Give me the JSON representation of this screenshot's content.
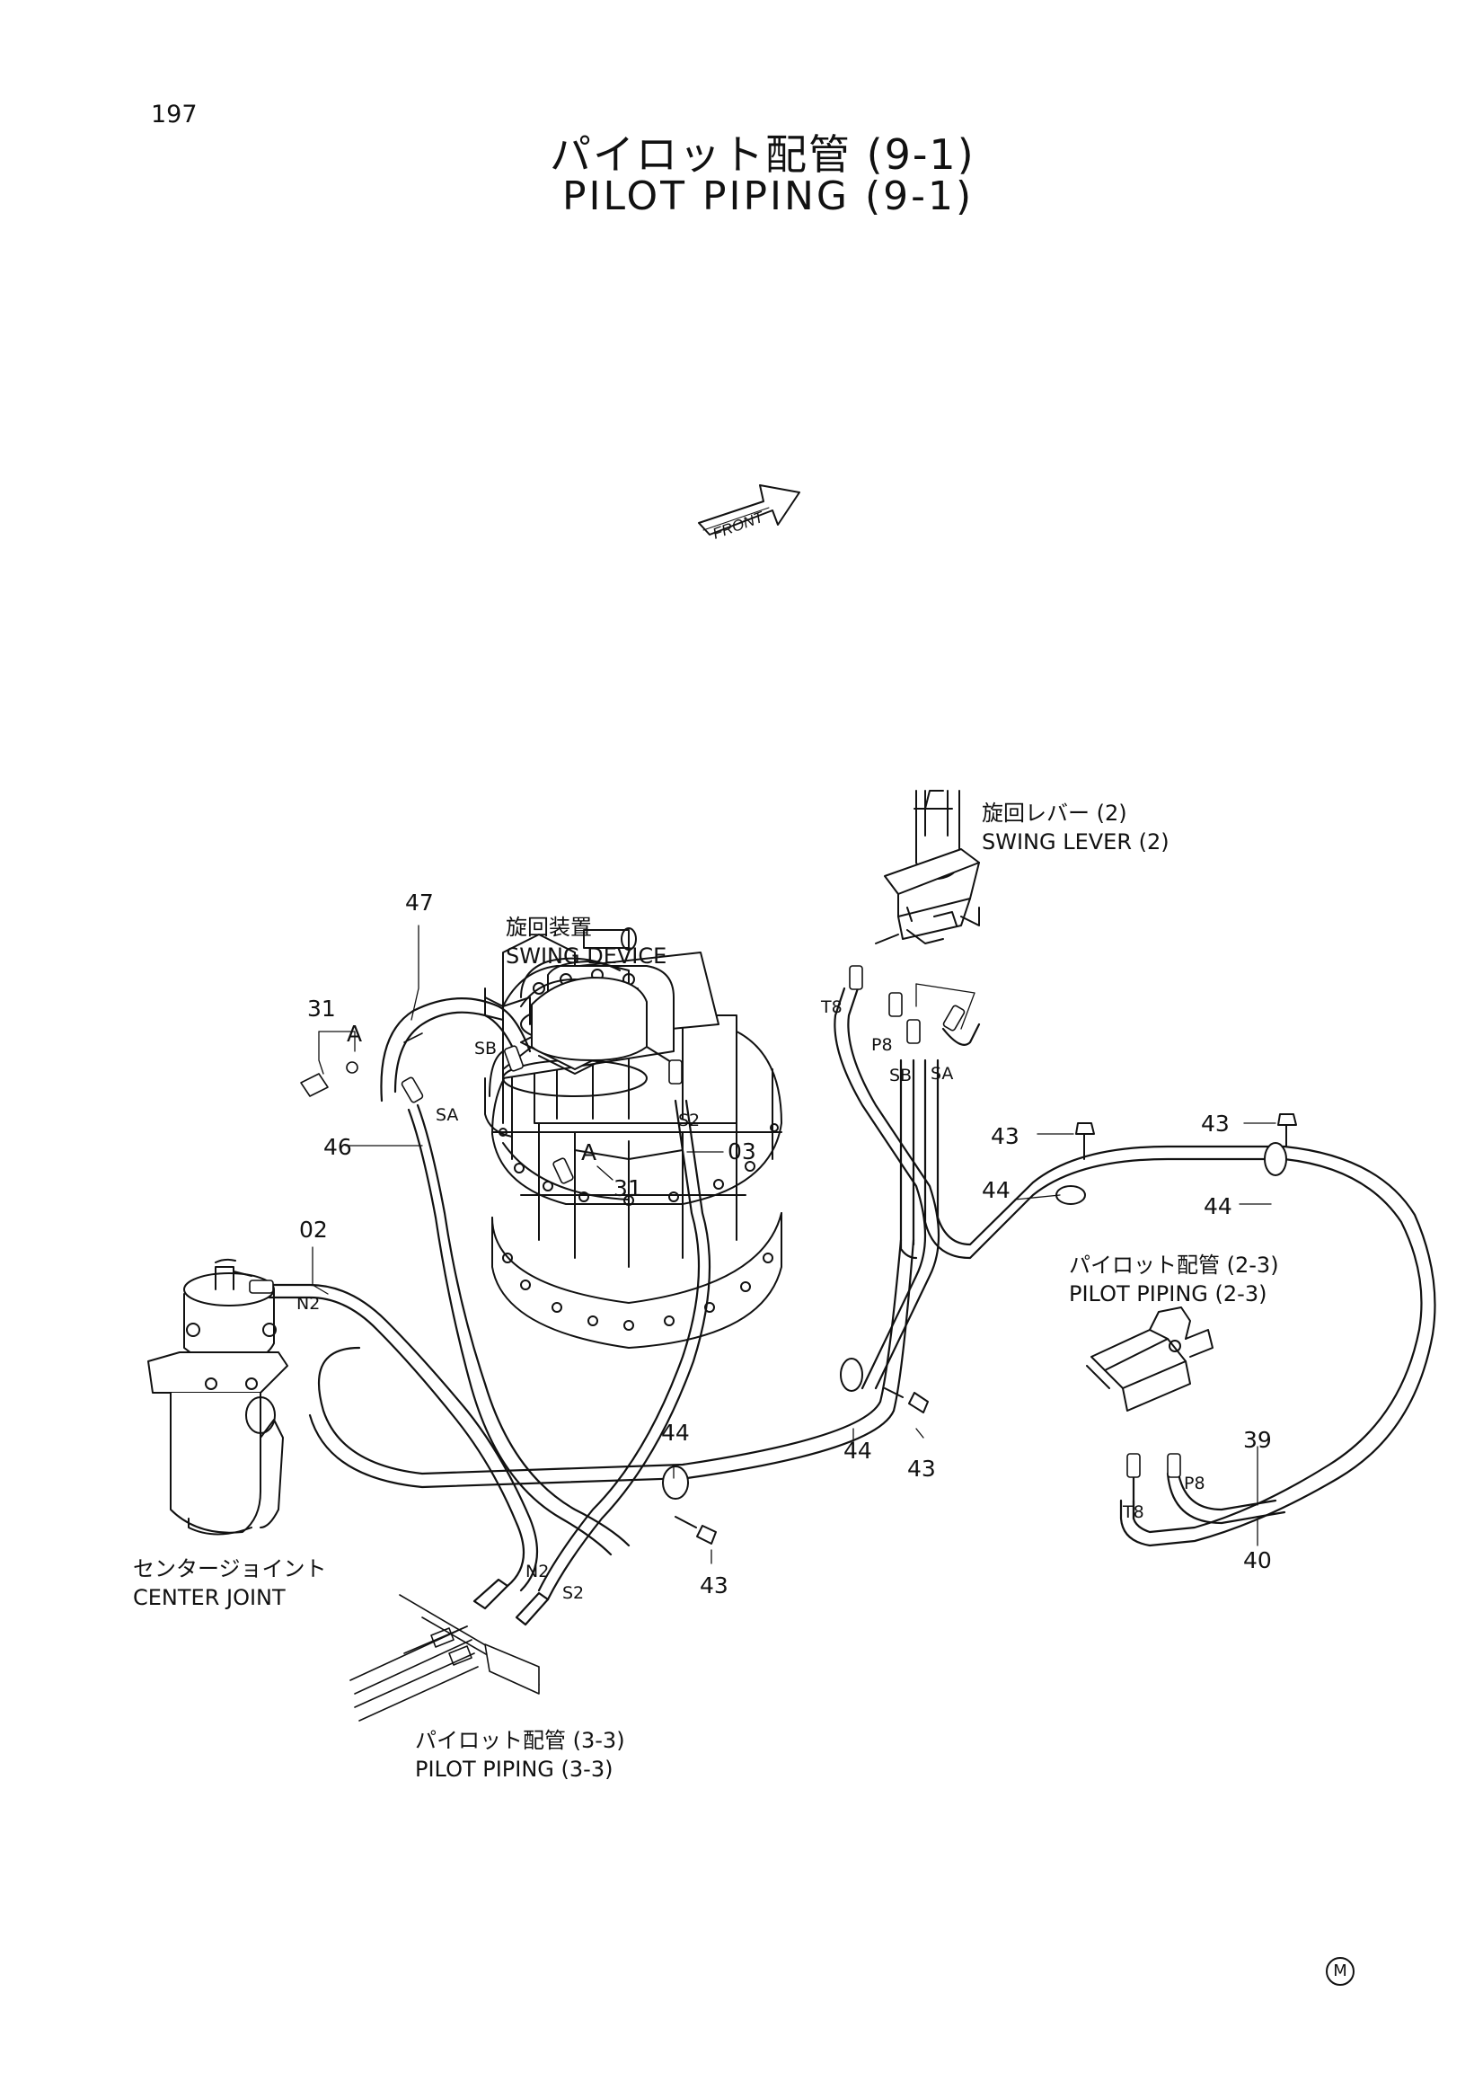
{
  "page_number": "197",
  "title": {
    "japanese": "パイロット配管 (9-1)",
    "english": "PILOT PIPING (9-1)"
  },
  "front_arrow": {
    "label": "FRONT",
    "icon": "front-arrow-icon"
  },
  "components": {
    "swing_lever": {
      "jp": "旋回レバー (2)",
      "en": "SWING LEVER (2)"
    },
    "swing_device": {
      "jp": "旋回装置",
      "en": "SWING DEVICE"
    },
    "pilot_piping_2_3": {
      "jp": "パイロット配管 (2-3)",
      "en": "PILOT PIPING (2-3)"
    },
    "center_joint": {
      "jp": "センタージョイント",
      "en": "CENTER JOINT"
    },
    "pilot_piping_3_3": {
      "jp": "パイロット配管 (3-3)",
      "en": "PILOT PIPING (3-3)"
    }
  },
  "part_numbers": {
    "p47": "47",
    "p31_top": "31",
    "p46": "46",
    "p02": "02",
    "p03": "03",
    "p31_mid": "31",
    "p43_a": "43",
    "p44_a": "44",
    "p43_b": "43",
    "p44_b": "44",
    "p44_c": "44",
    "p44_d": "44",
    "p43_c": "43",
    "p43_d": "43",
    "p39": "39",
    "p40": "40"
  },
  "port_labels": {
    "sb_device": "SB",
    "sa_device": "SA",
    "s2_device": "S2",
    "a_top": "A",
    "a_mid": "A",
    "t8_lever": "T8",
    "p8_lever": "P8",
    "sb_lever": "SB",
    "sa_lever": "SA",
    "n2_joint": "N2",
    "n2_bottom": "N2",
    "s2_bottom": "S2",
    "t8_valve": "T8",
    "p8_valve": "P8"
  },
  "corner_mark": "M"
}
